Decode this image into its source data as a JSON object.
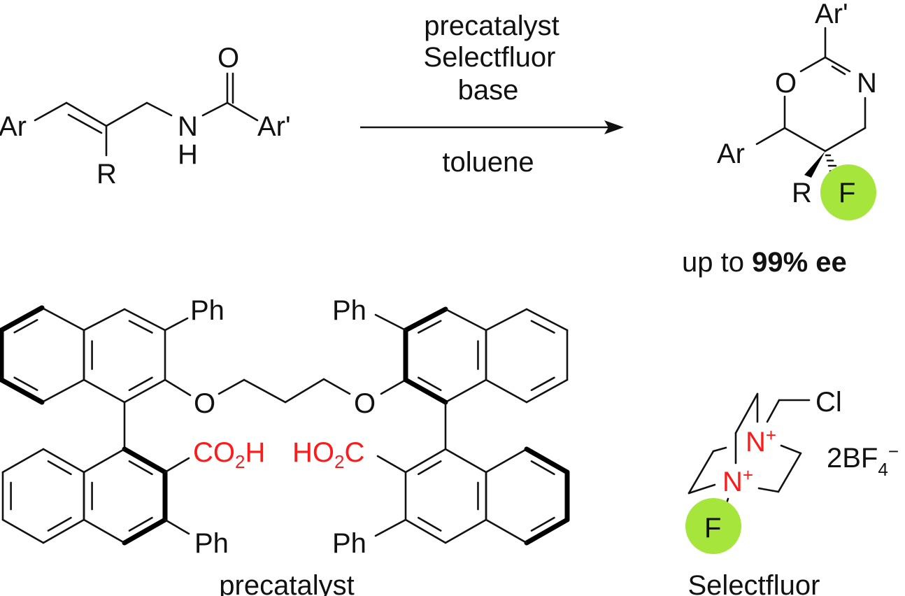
{
  "reaction": {
    "conditions": {
      "above_arrow": [
        "precatalyst",
        "Selectfluor",
        "base"
      ],
      "below_arrow": "toluene"
    },
    "substrate": {
      "ar": "Ar",
      "r": "R",
      "n": "N",
      "h": "H",
      "o": "O",
      "ar_prime": "Ar'"
    },
    "product": {
      "ar_prime": "Ar'",
      "o": "O",
      "n": "N",
      "ar": "Ar",
      "r": "R",
      "f": "F",
      "ee_prefix": "up to ",
      "ee_value": "99% ee"
    },
    "highlight_color": "#a6e63c"
  },
  "precatalyst": {
    "ph": "Ph",
    "o": "O",
    "co2h": [
      "CO",
      "2",
      "H"
    ],
    "ho2c": [
      "HO",
      "2",
      "C"
    ],
    "label": "precatalyst"
  },
  "selectfluor": {
    "cl": "Cl",
    "n_plus": [
      "N",
      "+"
    ],
    "counterion": [
      "2BF",
      "4",
      "−"
    ],
    "f": "F",
    "label": "Selectfluor"
  }
}
